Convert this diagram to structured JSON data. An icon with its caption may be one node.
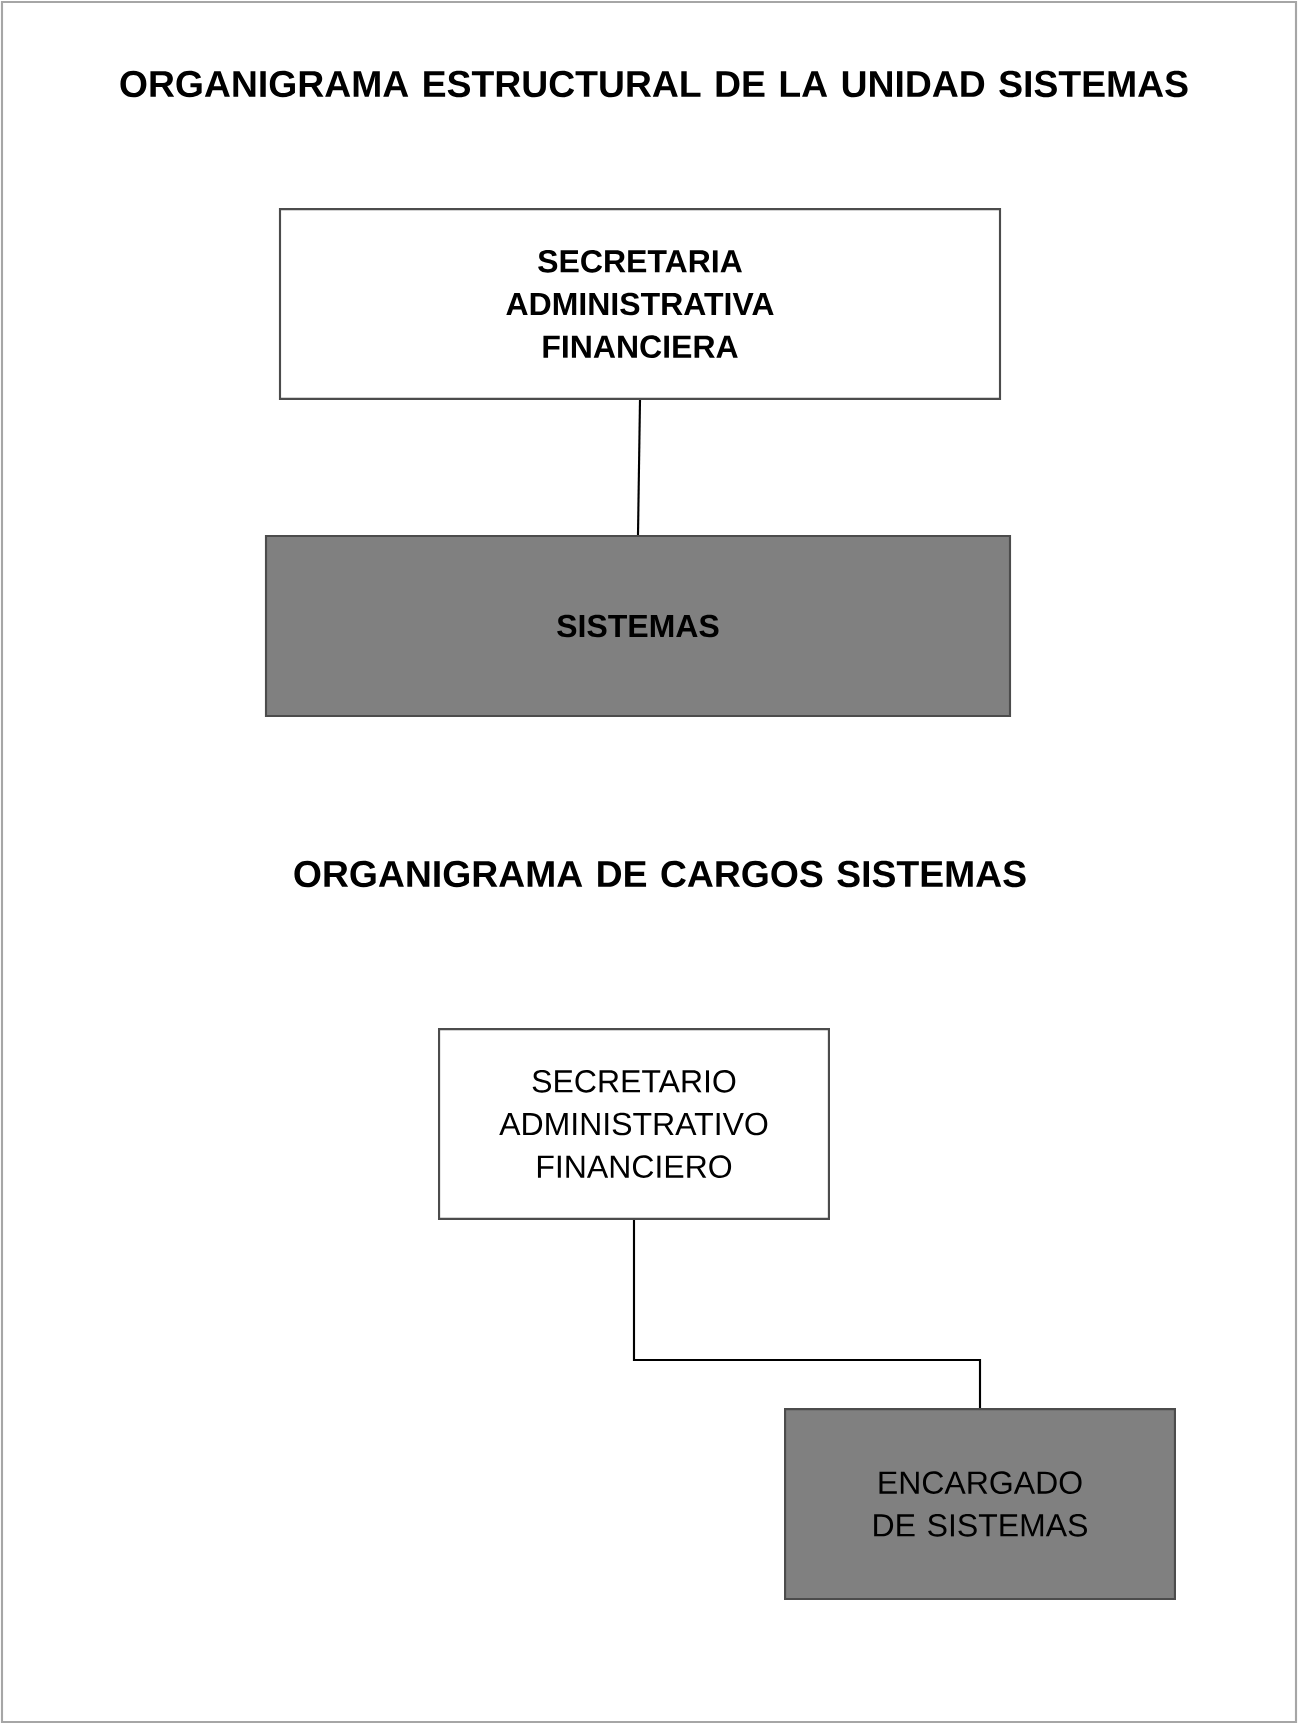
{
  "diagram": {
    "title": "ORGANIGRAMA ESTRUCTURAL DE LA UNIDAD SISTEMAS",
    "nodes": [
      {
        "text": [
          "SECRETARIA ADMINISTRATIVA FINANCIERA"
        ]
      },
      {
        "text": [
          "SISTEMAS"
        ]
      },
      {
        "text": [
          "SECRETARIO ADMINISTRATIVO FINANCIERO"
        ]
      },
      {
        "text": [
          "ENCARGADO DE SISTEMAS"
        ]
      }
    ],
    "edges": [
      {
        "from": 0,
        "to": 1,
        "arrow": "none"
      },
      {
        "from": 2,
        "to": 3,
        "arrow": "none"
      }
    ],
    "labels": [
      "ORGANIGRAMA DE CARGOS SISTEMAS"
    ]
  }
}
